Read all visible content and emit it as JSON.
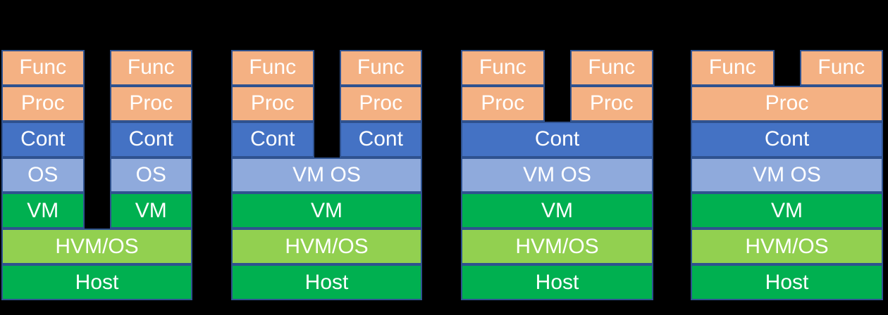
{
  "palette": {
    "peach": "#F4B183",
    "blue": "#4472C4",
    "light_blue": "#8FAADC",
    "green": "#00B050",
    "light_green": "#92D050",
    "border": "#2F528F",
    "text": "#FFFFFF",
    "background": "#000000"
  },
  "groups": [
    {
      "layers": [
        {
          "type": "split",
          "style": "peach",
          "cells": [
            "Func",
            "Func"
          ]
        },
        {
          "type": "split",
          "style": "peach",
          "cells": [
            "Proc",
            "Proc"
          ]
        },
        {
          "type": "split",
          "style": "blue",
          "cells": [
            "Cont",
            "Cont"
          ]
        },
        {
          "type": "split",
          "style": "ltblue",
          "cells": [
            "OS",
            "OS"
          ]
        },
        {
          "type": "split",
          "style": "green",
          "cells": [
            "VM",
            "VM"
          ]
        },
        {
          "type": "full",
          "style": "ltgreen",
          "label": "HVM/OS"
        },
        {
          "type": "full",
          "style": "green",
          "label": "Host"
        }
      ]
    },
    {
      "layers": [
        {
          "type": "split",
          "style": "peach",
          "cells": [
            "Func",
            "Func"
          ]
        },
        {
          "type": "split",
          "style": "peach",
          "cells": [
            "Proc",
            "Proc"
          ]
        },
        {
          "type": "split",
          "style": "blue",
          "cells": [
            "Cont",
            "Cont"
          ]
        },
        {
          "type": "full",
          "style": "ltblue",
          "label": "VM OS"
        },
        {
          "type": "full",
          "style": "green",
          "label": "VM"
        },
        {
          "type": "full",
          "style": "ltgreen",
          "label": "HVM/OS"
        },
        {
          "type": "full",
          "style": "green",
          "label": "Host"
        }
      ]
    },
    {
      "layers": [
        {
          "type": "split",
          "style": "peach",
          "cells": [
            "Func",
            "Func"
          ]
        },
        {
          "type": "split",
          "style": "peach",
          "cells": [
            "Proc",
            "Proc"
          ]
        },
        {
          "type": "full",
          "style": "blue",
          "label": "Cont"
        },
        {
          "type": "full",
          "style": "ltblue",
          "label": "VM OS"
        },
        {
          "type": "full",
          "style": "green",
          "label": "VM"
        },
        {
          "type": "full",
          "style": "ltgreen",
          "label": "HVM/OS"
        },
        {
          "type": "full",
          "style": "green",
          "label": "Host"
        }
      ]
    },
    {
      "layers": [
        {
          "type": "split",
          "style": "peach",
          "cells": [
            "Func",
            "Func"
          ]
        },
        {
          "type": "full",
          "style": "peach",
          "label": "Proc"
        },
        {
          "type": "full",
          "style": "blue",
          "label": "Cont"
        },
        {
          "type": "full",
          "style": "ltblue",
          "label": "VM OS"
        },
        {
          "type": "full",
          "style": "green",
          "label": "VM"
        },
        {
          "type": "full",
          "style": "ltgreen",
          "label": "HVM/OS"
        },
        {
          "type": "full",
          "style": "green",
          "label": "Host"
        }
      ]
    }
  ]
}
